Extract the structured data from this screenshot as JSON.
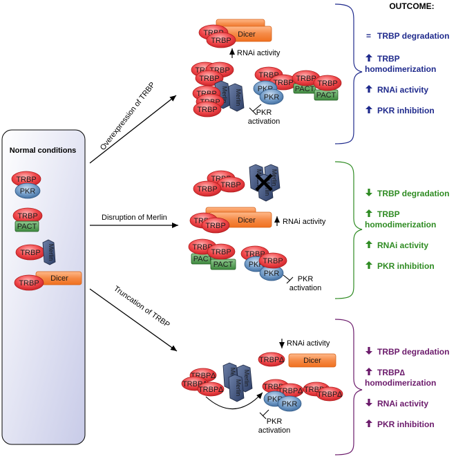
{
  "normal_conditions": {
    "title": "Normal conditions",
    "complexes": [
      {
        "parts": [
          "TRBP",
          "PKR"
        ]
      },
      {
        "parts": [
          "TRBP",
          "PACT"
        ]
      },
      {
        "parts": [
          "TRBP",
          "Merlin"
        ]
      },
      {
        "parts": [
          "TRBP",
          "Dicer"
        ]
      }
    ]
  },
  "arrows": {
    "overexpression": "Overexpression of TRBP",
    "disruption": "Disruption of Merlin",
    "truncation": "Truncation of TRBP"
  },
  "labels": {
    "trbp": "TRBP",
    "trbp_delta": "TRBP∆",
    "pkr": "PKR",
    "pact": "PACT",
    "merlin": "Merlin",
    "dicer": "Dicer",
    "rnai_activity": "RNAi activity",
    "pkr_activation_line1": "PKR",
    "pkr_activation_line2": "activation"
  },
  "outcome": {
    "header": "OUTCOME:",
    "colors": {
      "overexpression": "#1f2a8c",
      "disruption": "#2e8b22",
      "truncation": "#6b1a6b"
    },
    "overexpression": [
      {
        "symbol": "=",
        "line1": "TRBP  degradation",
        "line2": ""
      },
      {
        "symbol": "up",
        "line1": "TRBP",
        "line2": "homodimerization"
      },
      {
        "symbol": "up",
        "line1": "RNAi activity",
        "line2": ""
      },
      {
        "symbol": "up",
        "line1": "PKR inhibition",
        "line2": ""
      }
    ],
    "disruption": [
      {
        "symbol": "down",
        "line1": "TRBP degradation",
        "line2": ""
      },
      {
        "symbol": "up",
        "line1": "TRBP",
        "line2": "homodimerization"
      },
      {
        "symbol": "up",
        "line1": "RNAi activity",
        "line2": ""
      },
      {
        "symbol": "up",
        "line1": "PKR inhibition",
        "line2": ""
      }
    ],
    "truncation": [
      {
        "symbol": "down",
        "line1": "TRBP degradation",
        "line2": ""
      },
      {
        "symbol": "up",
        "line1": "TRBP∆",
        "line2": "homodimerization"
      },
      {
        "symbol": "down",
        "line1": "RNAi activity",
        "line2": ""
      },
      {
        "symbol": "up",
        "line1": "PKR inhibition",
        "line2": ""
      }
    ]
  }
}
